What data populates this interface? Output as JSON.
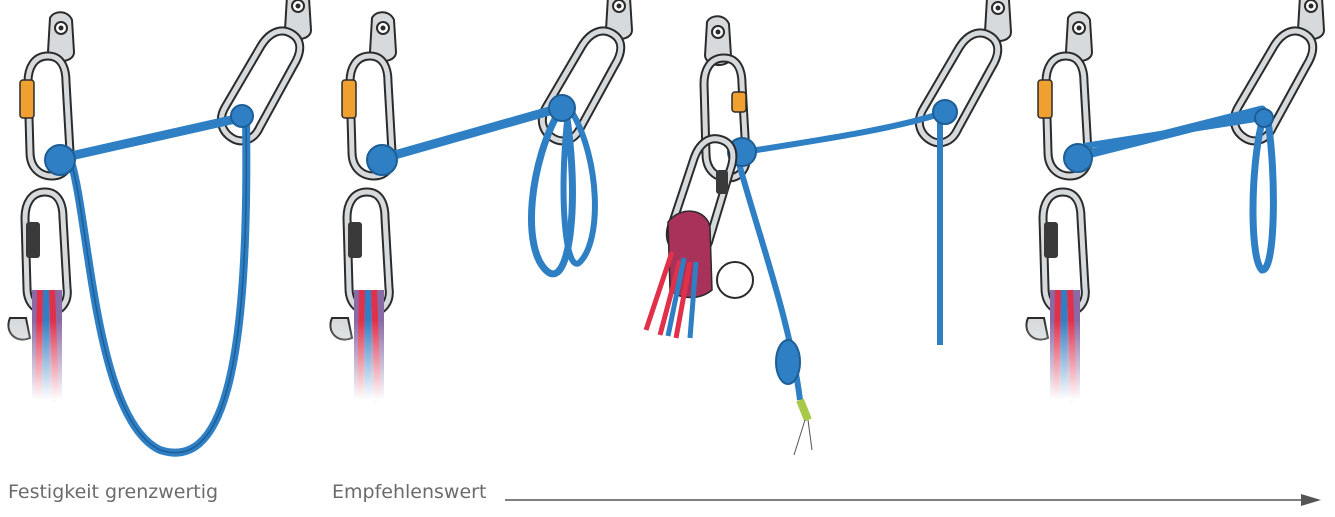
{
  "captions": {
    "left": "Festigkeit grenzwertig",
    "right": "Empfehlenswert"
  },
  "colors": {
    "sling": "#2f7fc4",
    "sling_dark": "#1d5e96",
    "metal": "#d6dadd",
    "metal_outline": "#2b2b2b",
    "gate_orange": "#f0a030",
    "gate_dark": "#3a3a3a",
    "device_red": "#a8325a",
    "rope_red": "#e0304a",
    "rope_green": "#a6c94a",
    "arrow": "#555555"
  },
  "panels": [
    {
      "id": "sling-long-hanging",
      "icon": "sling-anchor-long-loop-icon"
    },
    {
      "id": "sling-tied-short",
      "icon": "sling-anchor-tied-loop-icon"
    },
    {
      "id": "rope-clove-hitch",
      "icon": "rope-anchor-clove-hitch-icon"
    },
    {
      "id": "sling-tied-tail",
      "icon": "sling-anchor-tied-tail-icon"
    }
  ]
}
